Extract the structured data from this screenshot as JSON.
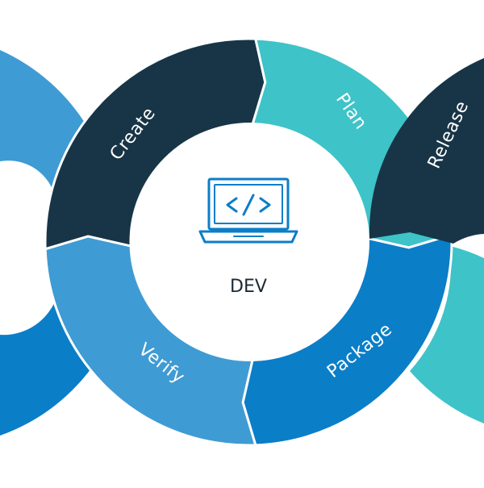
{
  "diagram": {
    "center_label": "DEV",
    "center_icon": "laptop-code-icon",
    "segments": [
      {
        "id": "create",
        "label": "Create",
        "color": "#183547"
      },
      {
        "id": "plan",
        "label": "Plan",
        "color": "#3ec3c8"
      },
      {
        "id": "verify",
        "label": "Verify",
        "color": "#3f9bd3"
      },
      {
        "id": "package",
        "label": "Package",
        "color": "#0b7ec8"
      },
      {
        "id": "release",
        "label": "Release",
        "color": "#183547"
      }
    ],
    "colors": {
      "icon_stroke": "#0b7ec8",
      "center_fill": "#ffffff",
      "left_ring_upper": "#3f9bd3",
      "left_ring_lower": "#0b7ec8",
      "right_ring_lower": "#3ec3c8"
    }
  }
}
